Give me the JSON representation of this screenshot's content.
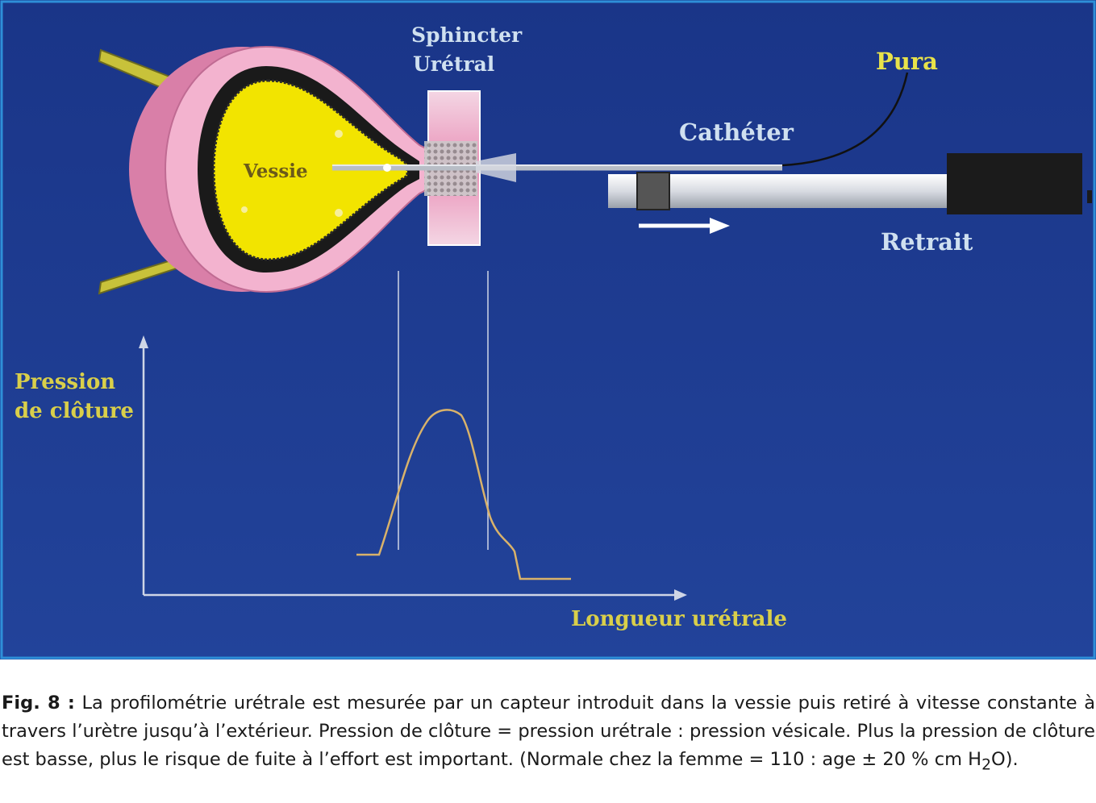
{
  "diagram": {
    "labels": {
      "sphincter_line1": "Sphincter",
      "sphincter_line2": "Urétral",
      "pura": "Pura",
      "catheter": "Cathéter",
      "vessie": "Vessie",
      "retrait": "Retrait",
      "y_axis_line1": "Pression",
      "y_axis_line2": "de clôture",
      "x_axis": "Longueur urétrale"
    },
    "colors": {
      "background": "#1d3a8c",
      "bladder_wall": "#f2a6c8",
      "bladder_content": "#f2e400",
      "label_text": "#cfe0f0",
      "label_yellow": "#e8e24a",
      "curve": "#d9b26a"
    }
  },
  "caption": {
    "label": "Fig. 8 :",
    "text": " La profilométrie urétrale est mesurée par un capteur introduit dans la vessie puis retiré à vitesse constante à travers l’urètre jusqu’à l’extérieur. Pression de clôture = pression urétrale : pression vésicale. Plus la pression de clôture est basse, plus le risque de fuite à l’effort est important. (Normale chez la femme = 110 : age ± 20 % cm H",
    "subscript": "2",
    "tail": "O)."
  }
}
